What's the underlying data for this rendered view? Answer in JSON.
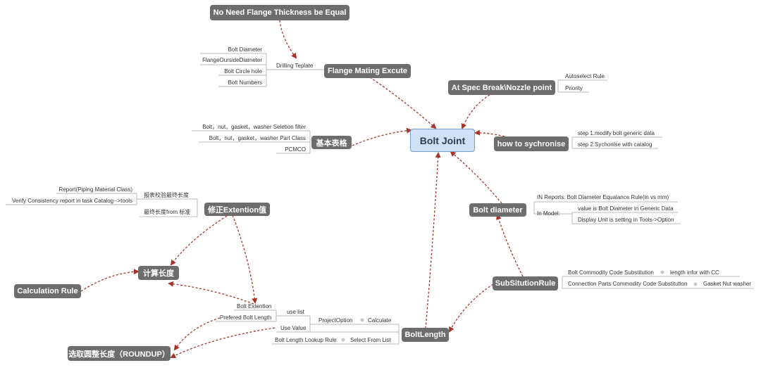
{
  "center": {
    "label": "Bolt Joint"
  },
  "nodes": {
    "no_need_flange": "No Need Flange Thickness be Equal",
    "flange_mating": "Flange Mating Excute",
    "spec_break": "At Spec Break\\Nozzle point",
    "basic_table": "基本表格",
    "how_sync": "how to sychronise",
    "modify_extension": "修正Extention值",
    "bolt_diameter": "Bolt diameter",
    "calc_length": "计算长度",
    "calc_rule": "Calculation Rule",
    "substitution": "SubSitutionRule",
    "bolt_length": "BoltLength",
    "roundup": "选取圆整长度（ROUNDUP）"
  },
  "leaves": {
    "flange_mating": {
      "drilling": "Drilling Teplate",
      "items": [
        "Bolt Diameter",
        "FlangeOursideDiameter",
        "Bolt Circle hole",
        "Bolt Numbers"
      ]
    },
    "spec_break": {
      "items": [
        "Autoselect Rule",
        "Priority"
      ]
    },
    "basic_table": {
      "items": [
        "Bolt，nut，gasket，washer Seletion filter",
        "Bolt，nut，gasket，washer  Part Class",
        "PCMCO"
      ]
    },
    "how_sync": {
      "items": [
        "step 1:modify bolt generic data",
        "step 2:Sychonise with catalog"
      ]
    },
    "modify_extension": {
      "check_label": "报表校验最终长度",
      "check_items": [
        "Report(Piping Material Class)",
        "Verify Consistency report in task Catalog-->tools"
      ],
      "final_length": "最终长度from 标准"
    },
    "bolt_diameter": {
      "in_reports": "IN Reports:  Bolt Diameter Equalance Rule(in vs mm)",
      "in_model": "In Model:",
      "model_items": [
        "value is Bolt Diameter in Generic Data",
        "Display Unit is setting in Tools->Option"
      ]
    },
    "substitution": {
      "rows": [
        {
          "left": "Bolt Commodity Code Substitution",
          "right": "length infor with CC"
        },
        {
          "left": "Connection Parts Commodity Code Substitution",
          "right": "Gasket Nut washer"
        }
      ]
    },
    "bolt_length": {
      "project_option": "ProjectOption",
      "calculate": "Calculate",
      "use_list": "use list",
      "bolt_extention": "Bolt Extention",
      "prefered": "Prefered Bolt Length",
      "use_value": "Use Value",
      "lookup_rule": "Bolt Length Lookup Rule",
      "select_from_list": "Select From List"
    }
  }
}
